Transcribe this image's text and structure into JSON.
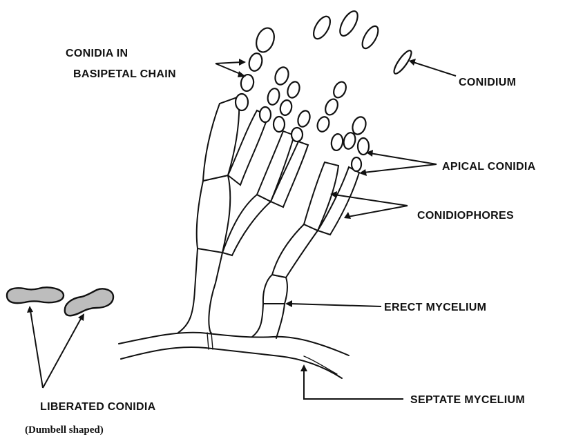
{
  "labels": {
    "conidia_chain": [
      "CONIDIA IN",
      "BASIPETAL CHAIN"
    ],
    "conidium": "CONIDIUM",
    "apical_conidia": "APICAL CONIDIA",
    "conidiophores": "CONIDIOPHORES",
    "erect_mycelium": "ERECT MYCELIUM",
    "septate_mycelium": "SEPTATE MYCELIUM",
    "liberated_conidia": "LIBERATED CONIDIA",
    "liberated_note": "(Dumbell shaped)"
  },
  "colors": {
    "ink": "#111111",
    "stipple": "#bdbdbd",
    "background": "#ffffff"
  }
}
